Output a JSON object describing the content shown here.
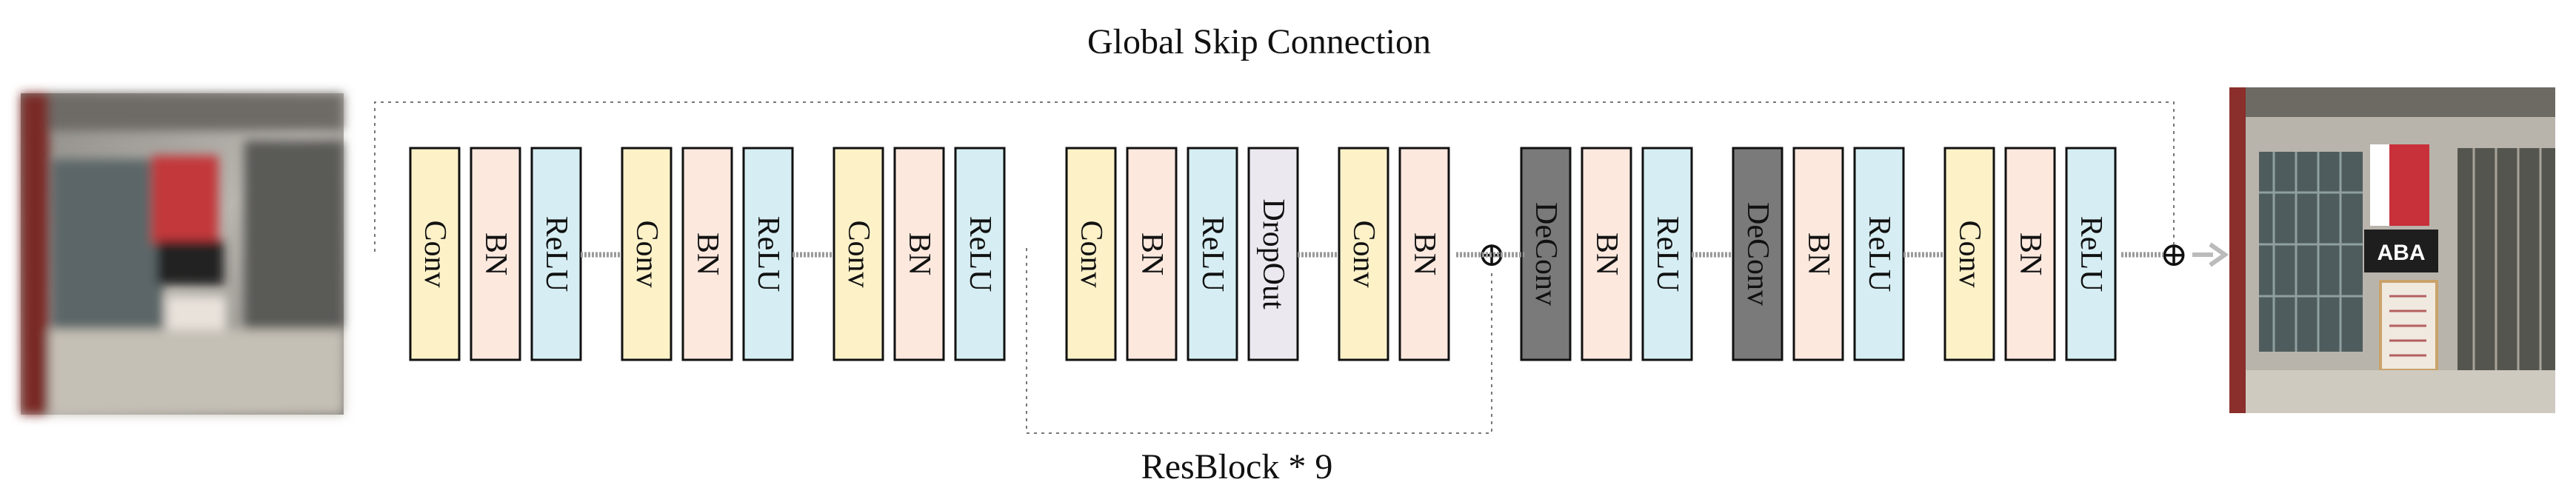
{
  "diagram": {
    "top_label": "Global Skip Connection",
    "bottom_label": "ResBlock *  9",
    "input_image": "blurred storefront photo (input)",
    "output_image": "deblurred storefront photo (output)",
    "output_sign_text": "ABA",
    "plus_symbol": "⊕",
    "colors": {
      "conv": "#fdf1c8",
      "bn": "#fde8de",
      "relu": "#d6eef3",
      "dropout": "#ece8f0",
      "deconv": "#7a7a7a",
      "connector": "#9a9a9a",
      "dashed": "#777777"
    },
    "groups": [
      {
        "name": "group-1",
        "blocks": [
          "Conv",
          "BN",
          "ReLU"
        ]
      },
      {
        "name": "group-2",
        "blocks": [
          "Conv",
          "BN",
          "ReLU"
        ]
      },
      {
        "name": "group-3",
        "blocks": [
          "Conv",
          "BN",
          "ReLU"
        ]
      },
      {
        "name": "group-res",
        "blocks": [
          "Conv",
          "BN",
          "ReLU",
          "DropOut"
        ]
      },
      {
        "name": "group-res2",
        "blocks": [
          "Conv",
          "BN"
        ]
      },
      {
        "name": "group-deconv1",
        "blocks": [
          "DeConv",
          "BN",
          "ReLU"
        ]
      },
      {
        "name": "group-deconv2",
        "blocks": [
          "DeConv",
          "BN",
          "ReLU"
        ]
      },
      {
        "name": "group-final",
        "blocks": [
          "Conv",
          "BN",
          "ReLU"
        ]
      }
    ]
  }
}
